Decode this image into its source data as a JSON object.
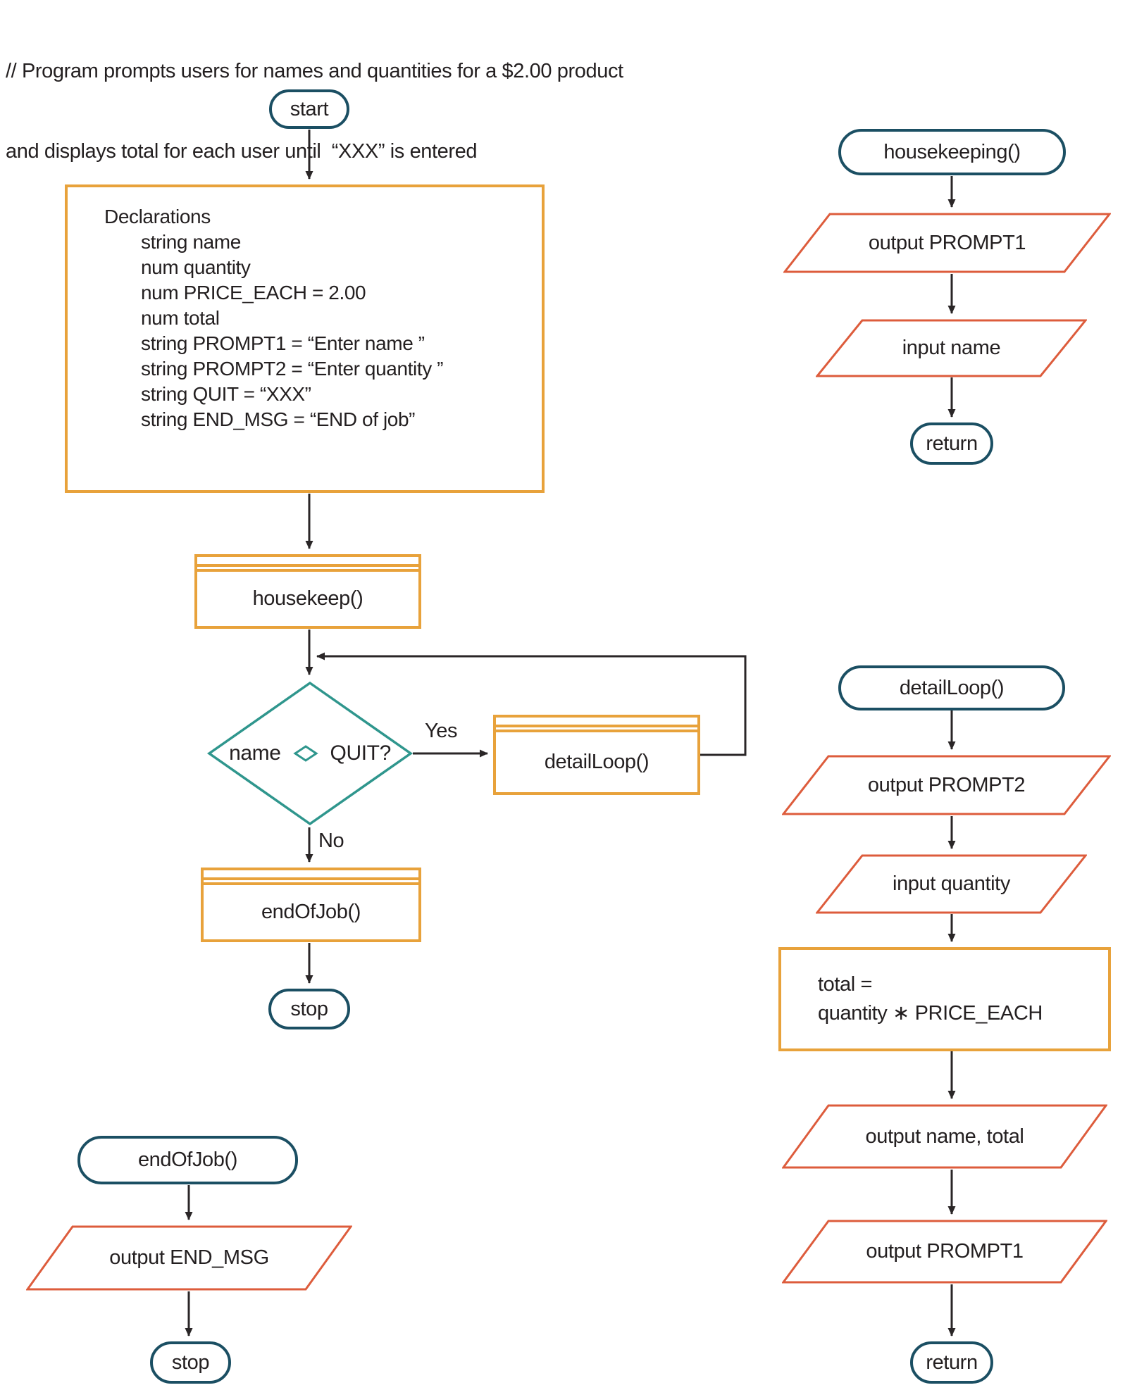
{
  "header": {
    "line1": "// Program prompts users for names and quantities for a $2.00 product",
    "line2": "and displays total for each user until  “XXX” is entered"
  },
  "colors": {
    "terminal_border": "#1b4f63",
    "process_border": "#e8a23b",
    "io_border": "#dd5c3c",
    "decision_border": "#2f968d",
    "text": "#231f20",
    "arrow": "#2a2627"
  },
  "main": {
    "start_label": "start",
    "declarations": {
      "title": "Declarations",
      "lines": [
        "string name",
        "num quantity",
        "num PRICE_EACH = 2.00",
        "num total",
        "string PROMPT1 = “Enter name ”",
        "string PROMPT2 = “Enter quantity ”",
        "string QUIT = “XXX”",
        "string END_MSG = “END of job”"
      ]
    },
    "housekeep_call": "housekeep()",
    "decision": {
      "left": "name",
      "operator_icon": "not-equal-diamond",
      "right": "QUIT?",
      "yes": "Yes",
      "no": "No"
    },
    "detailloop_call": "detailLoop()",
    "endofjob_call": "endOfJob()",
    "stop_label": "stop"
  },
  "housekeeping": {
    "title": "housekeeping()",
    "output_prompt1": "output PROMPT1",
    "input_name": "input name",
    "return_label": "return"
  },
  "detailloop": {
    "title": "detailLoop()",
    "output_prompt2": "output PROMPT2",
    "input_quantity": "input quantity",
    "total_line1": "total =",
    "total_line2": "quantity ∗ PRICE_EACH",
    "output_name_total": "output name, total",
    "output_prompt1": "output PROMPT1",
    "return_label": "return"
  },
  "endofjob": {
    "title": "endOfJob()",
    "output_end_msg": "output END_MSG",
    "stop_label": "stop"
  }
}
